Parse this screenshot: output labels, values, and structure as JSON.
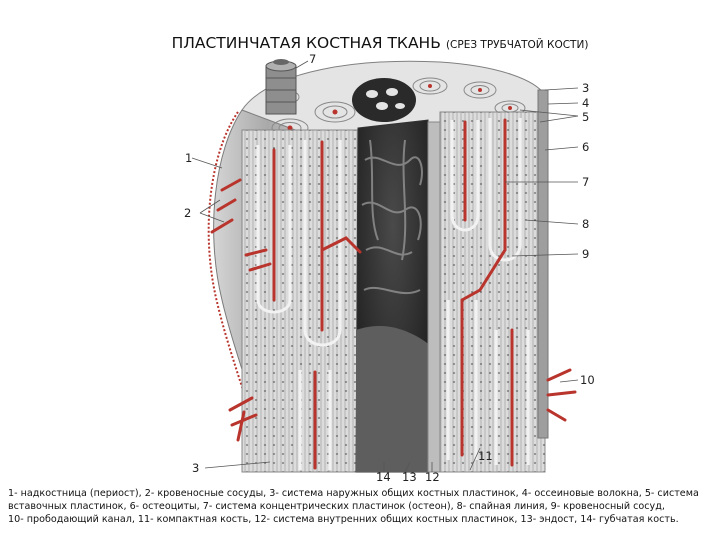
{
  "title": {
    "main": "ПЛАСТИНЧАТАЯ КОСТНАЯ ТКАНЬ",
    "sub": "(СРЕЗ ТРУБЧАТОЙ КОСТИ)"
  },
  "labels": {
    "l1": "1",
    "l2": "2",
    "l3_bottom": "3",
    "l3": "3",
    "l4": "4",
    "l5": "5",
    "l6": "6",
    "l7_top": "7",
    "l7": "7",
    "l8": "8",
    "l9": "9",
    "l10": "10",
    "l11": "11",
    "l12": "12",
    "l13": "13",
    "l14": "14"
  },
  "legend": {
    "line1": "1- надкостница (периост), 2- кровеносные сосуды, 3- система наружных общих костных пластинок, 4- оссеиновые волокна, 5- система",
    "line2": "вставочных пластинок, 6- остеоциты, 7- система концентрических пластинок (остеон), 8- спайная линия, 9- кровеносный сосуд,",
    "line3": "10- прободающий канал, 11- компактная кость, 12- система внутренних общих костных пластинок, 13- эндост, 14- губчатая кость."
  },
  "colors": {
    "vessel": "#b8342c",
    "bone": "#d9d9d9",
    "bone_dark": "#8a8a8a",
    "spongy": "#2a2a2a"
  }
}
